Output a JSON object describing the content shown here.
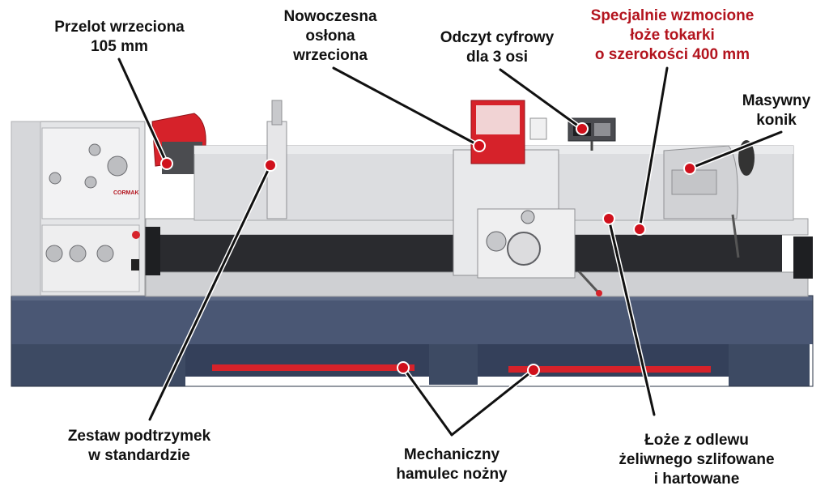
{
  "labels": {
    "spindle_bore": [
      "Przelot wrzeciona",
      "105 mm"
    ],
    "spindle_guard": [
      "Nowoczesna",
      "osłona",
      "wrzeciona"
    ],
    "dro": [
      "Odczyt cyfrowy",
      "dla 3 osi"
    ],
    "reinforced_bed": [
      "Specjalnie wzmocione",
      "łoże tokarki",
      "o szerokości 400 mm"
    ],
    "tailstock": [
      "Masywny",
      "konik"
    ],
    "steady_rests": [
      "Zestaw podtrzymek",
      "w standardzie"
    ],
    "foot_brake": [
      "Mechaniczny",
      "hamulec nożny"
    ],
    "cast_bed": [
      "Łoże z odlewu",
      "żeliwnego szlifowane",
      "i hartowane"
    ]
  },
  "machine_branding": "CORMAK",
  "colors": {
    "callout_line": "#111111",
    "callout_dot": "#d0101c",
    "highlight_text": "#b3141e",
    "base_navy": "#3d4a63",
    "machine_grey": "#d9dadc",
    "guard_red": "#d6222a"
  }
}
